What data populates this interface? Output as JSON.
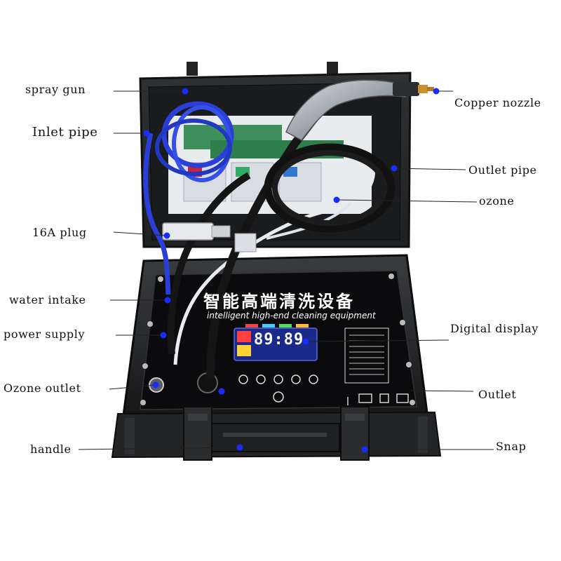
{
  "labels": {
    "spray_gun": "spray gun",
    "inlet_pipe": "Inlet pipe",
    "plug_16a": "16A plug",
    "water_intake": "water intake",
    "power_supply": "power supply",
    "ozone_outlet": "Ozone outlet",
    "handle": "handle",
    "copper_nozzle": "Copper nozzle",
    "outlet_pipe": "Outlet pipe",
    "ozone": "ozone",
    "digital_display": "Digital display",
    "outlet": "Outlet",
    "snap": "Snap"
  },
  "panel": {
    "title_cn": "智能高端清洗设备",
    "title_en": "intelligent high-end cleaning equipment",
    "display_digits": "89:89"
  },
  "colors": {
    "marker_blue": "#1a2bff",
    "case_black": "#1b1d1f",
    "hose_blue": "#2a3fd8",
    "panel_black": "#0b0b0d",
    "lid_gray": "#2a2c2e",
    "nozzle_copper": "#c9902f"
  }
}
